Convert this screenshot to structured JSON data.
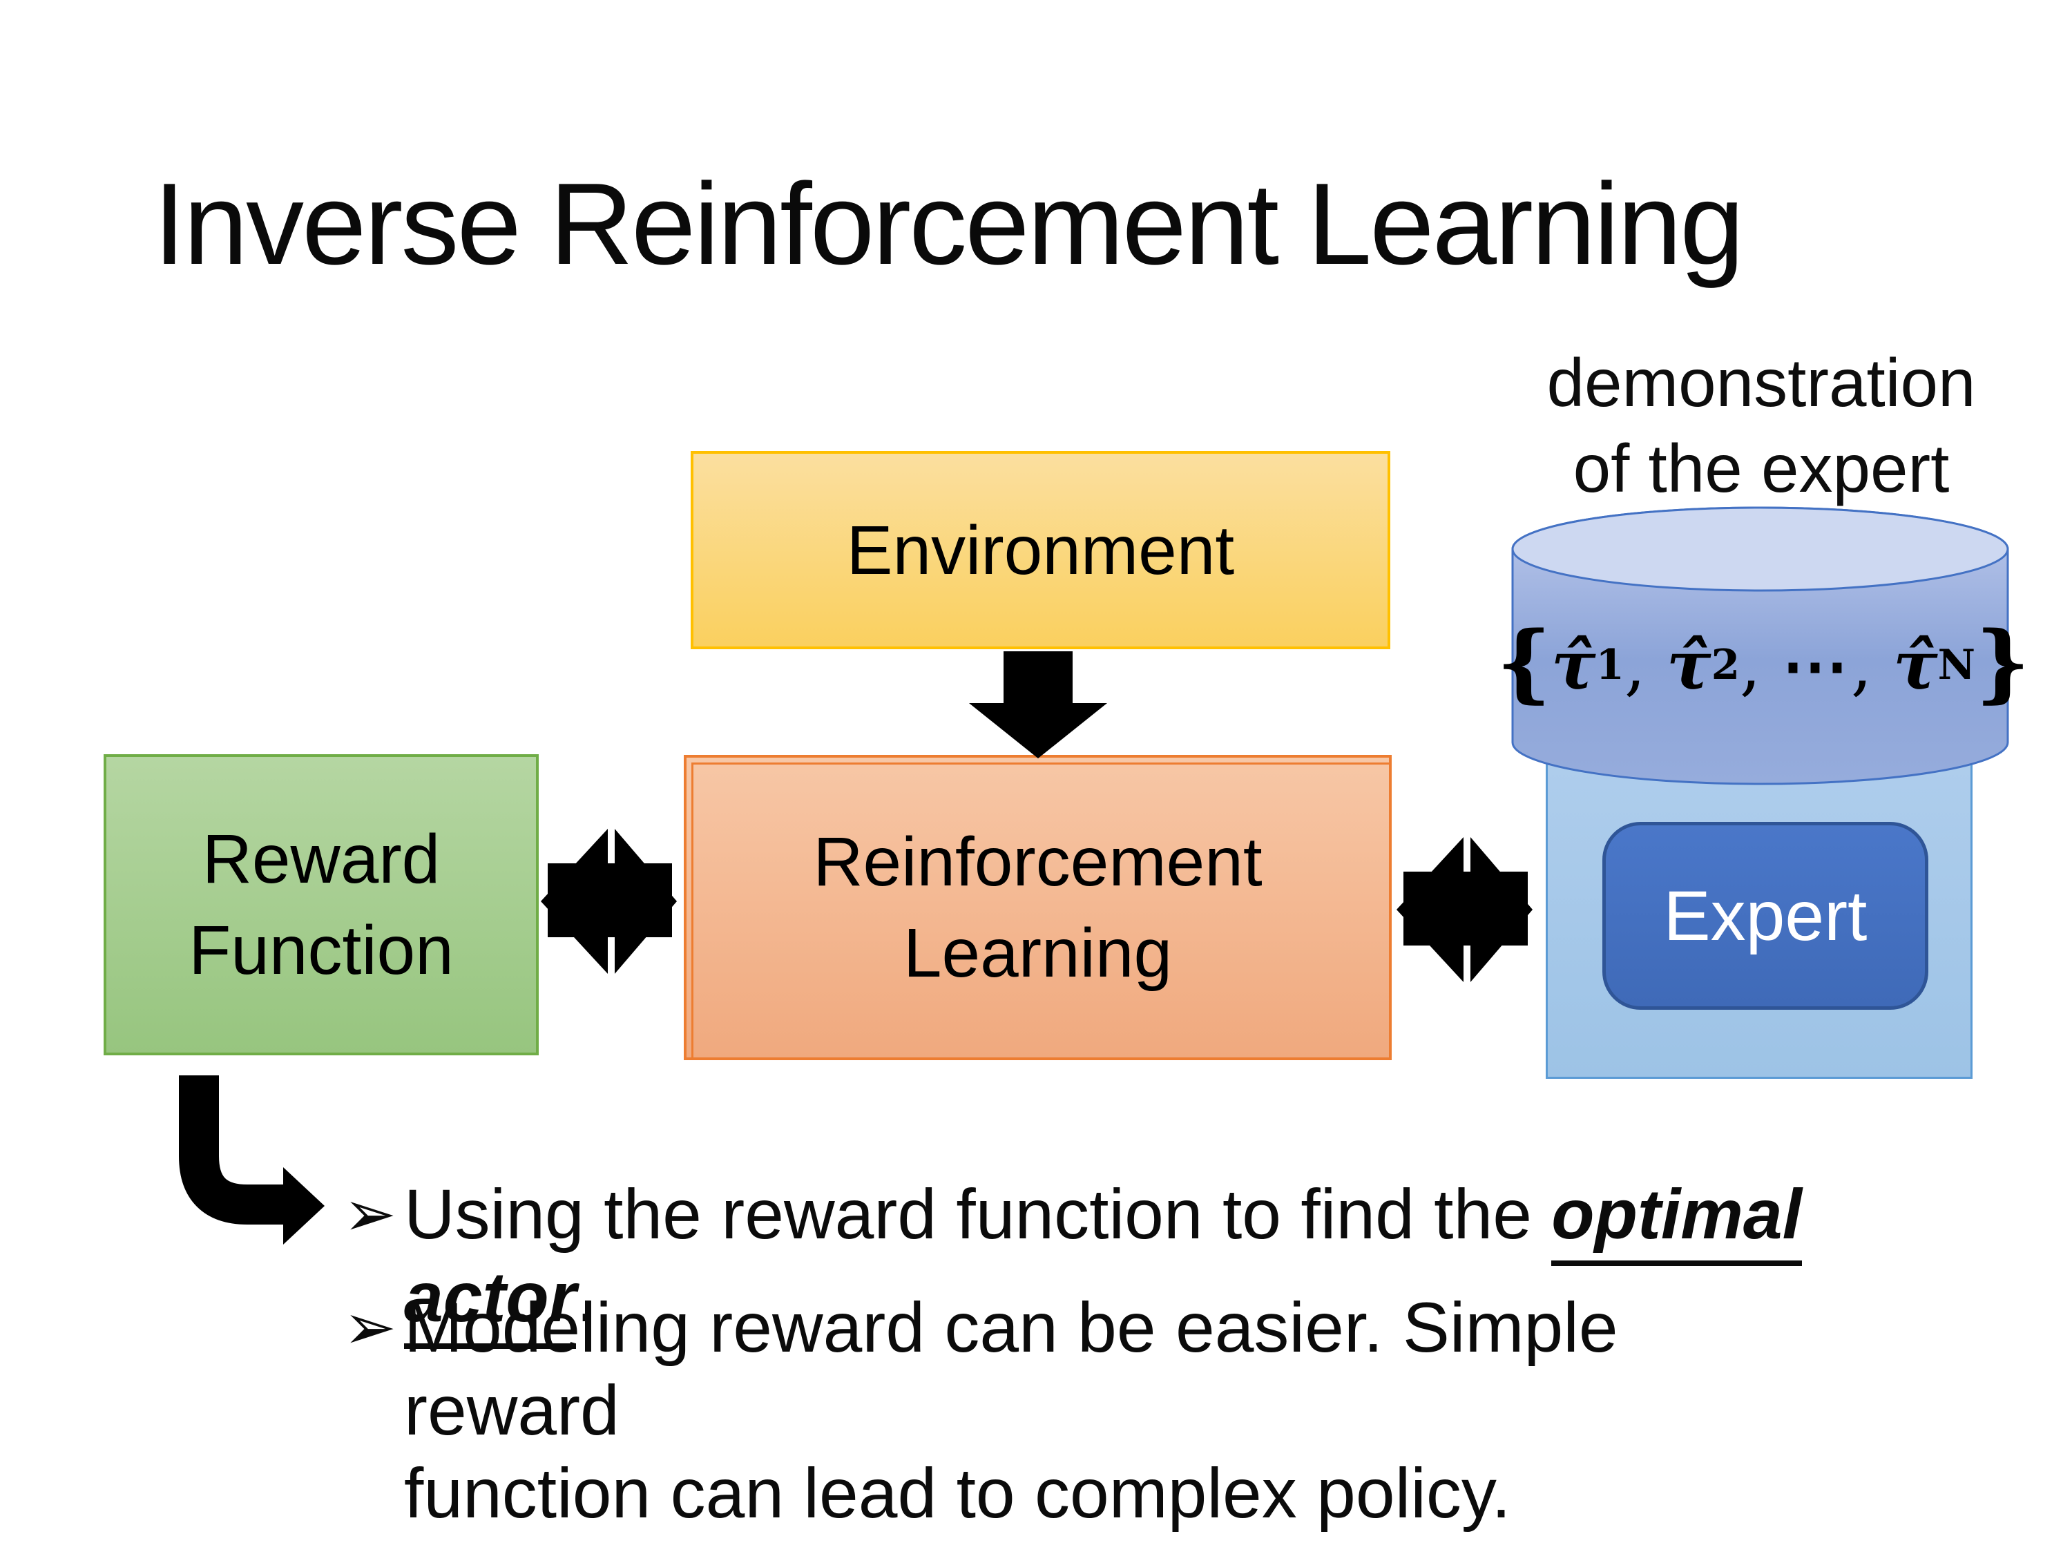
{
  "title": "Inverse Reinforcement Learning",
  "demo_label": {
    "line1": "demonstration",
    "line2": "of the expert"
  },
  "boxes": {
    "environment": {
      "label": "Environment"
    },
    "reward_function": {
      "line1": "Reward",
      "line2": "Function"
    },
    "reinforcement_learning": {
      "line1": "Reinforcement",
      "line2": "Learning"
    },
    "expert": {
      "label": "Expert"
    }
  },
  "demonstrations_formula": {
    "open": "{",
    "tau": "τ̂",
    "sub1": "1",
    "comma1": ", ",
    "sub2": "2",
    "comma2": ", ",
    "dots": "⋯",
    "comma3": ", ",
    "subN": "N",
    "close": "}"
  },
  "bullets": {
    "marker": "➢",
    "items": [
      {
        "text_before": "Using the reward function to find the ",
        "highlight": "optimal actor",
        "text_after": "."
      },
      {
        "line1": "Modeling reward can be easier. Simple reward",
        "line2": "function can lead to complex policy."
      }
    ]
  },
  "colors": {
    "environment_fill": "#FAD05F",
    "environment_border": "#FFC000",
    "reinforcement_fill": "#F4B183",
    "reinforcement_border": "#ED7D31",
    "reward_fill": "#A9D18E",
    "reward_border": "#70AD47",
    "expert_container_fill": "#9DC3E6",
    "expert_container_border": "#5B9BD5",
    "cylinder_fill": "#8FA8DA",
    "cylinder_top_fill": "#CDD8F1",
    "cylinder_border": "#4472C4",
    "expert_fill": "#4472C4",
    "expert_border": "#2F5597",
    "arrow_color": "#000000"
  }
}
